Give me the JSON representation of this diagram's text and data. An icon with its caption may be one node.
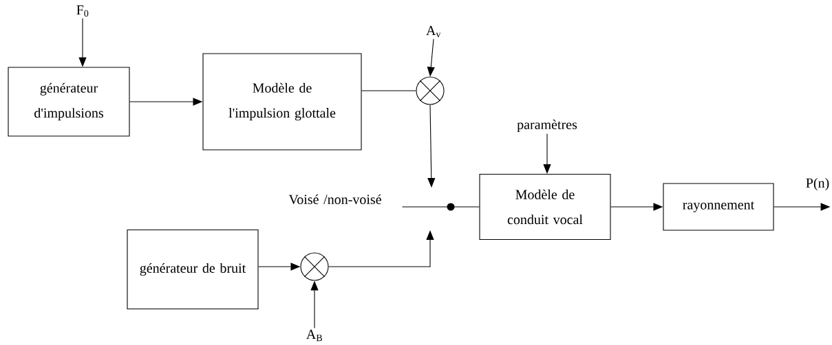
{
  "diagram": {
    "nodes": [
      {
        "text": [
          "F$_{0}$"
        ]
      },
      {
        "text": [
          "générateur d'impulsions"
        ]
      },
      {
        "text": [
          "Modèle de l'impulsion glottale"
        ]
      },
      {
        "text": [
          "A$_{v}$"
        ]
      },
      {
        "text": [],
        "shape": "circle"
      },
      {
        "text": [
          "paramètres"
        ]
      },
      {
        "text": [
          "Voisé /non-voisé"
        ]
      },
      {
        "text": [],
        "shape": "circle"
      },
      {
        "text": [
          "Modèle de conduit vocal"
        ]
      },
      {
        "text": [
          "rayonnement"
        ]
      },
      {
        "text": [
          "générateur de bruit"
        ]
      },
      {
        "text": [],
        "shape": "circle"
      },
      {
        "text": [
          "A$_{B}$"
        ]
      }
    ],
    "edges": [
      {
        "from": 0,
        "to": 1,
        "arrow": "to"
      },
      {
        "from": 1,
        "to": 2,
        "arrow": "to"
      },
      {
        "from": 2,
        "to": 4,
        "arrow": "none"
      },
      {
        "from": 3,
        "to": 4,
        "arrow": "to"
      },
      {
        "from": 4,
        "to": 7,
        "arrow": "to"
      },
      {
        "from": 6,
        "to": 7,
        "arrow": "none"
      },
      {
        "from": 7,
        "to": 8,
        "arrow": "none"
      },
      {
        "from": 5,
        "to": 8,
        "arrow": "to"
      },
      {
        "from": 8,
        "to": 9,
        "arrow": "to"
      },
      {
        "from": 9,
        "to": null,
        "arrow": "to"
      },
      {
        "from": 10,
        "to": 11,
        "arrow": "to"
      },
      {
        "from": 11,
        "to": 7,
        "arrow": "to"
      },
      {
        "from": 12,
        "to": 11,
        "arrow": "to"
      }
    ],
    "labels": [
      "P(n)"
    ]
  }
}
